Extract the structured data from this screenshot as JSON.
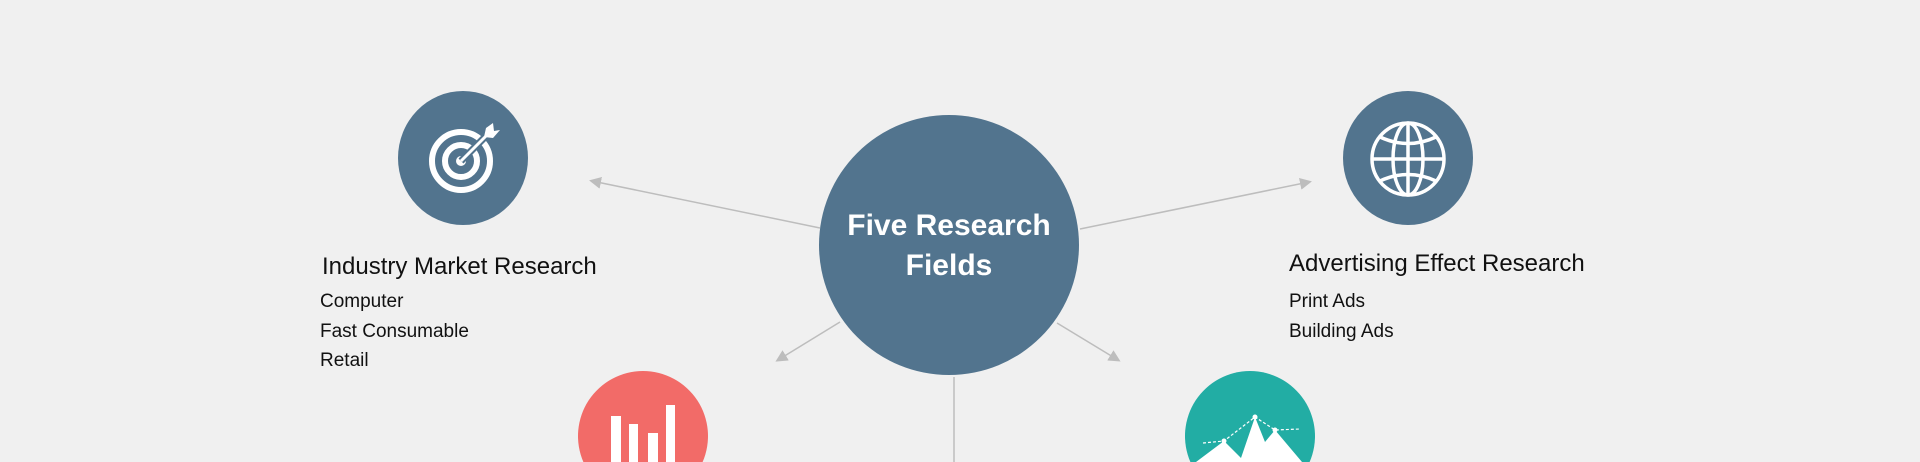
{
  "center": {
    "line1": "Five Research",
    "line2": "Fields"
  },
  "nodes": [
    {
      "title": "Industry Market Research",
      "items": [
        "Computer",
        "Fast Consumable",
        "Retail"
      ],
      "icon": "target-icon",
      "color": "#52748e"
    },
    {
      "title": "Advertising Effect Research",
      "items": [
        "Print Ads",
        "Building Ads"
      ],
      "icon": "globe-icon",
      "color": "#52748e"
    },
    {
      "icon": "bar-chart-icon",
      "color": "#f26b68"
    },
    {
      "icon": "mountain-chart-icon",
      "color": "#22ada4"
    }
  ],
  "colors": {
    "center": "#52748e",
    "connector": "#bdbdbd"
  }
}
